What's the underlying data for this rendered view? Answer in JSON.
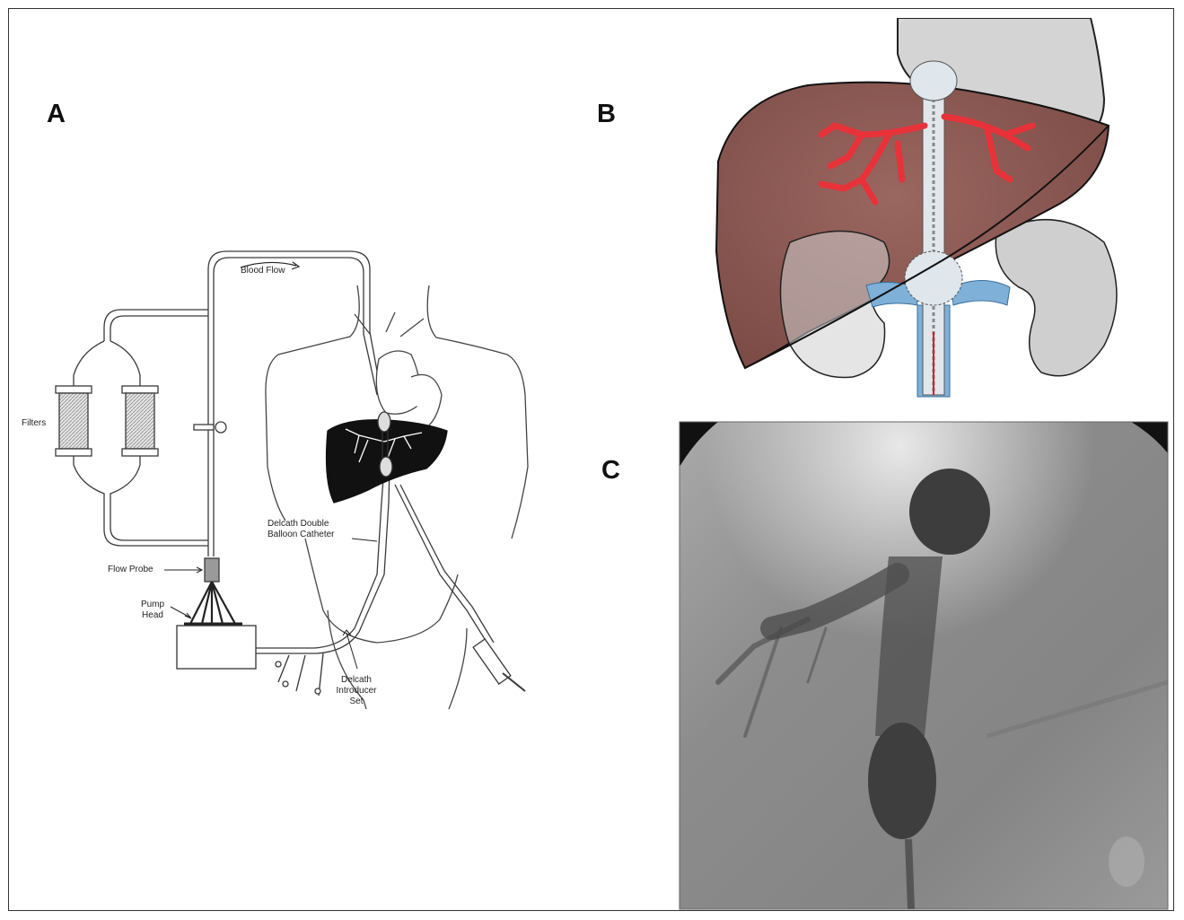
{
  "panels": {
    "a": {
      "letter": "A"
    },
    "b": {
      "letter": "B"
    },
    "c": {
      "letter": "C"
    }
  },
  "labels": {
    "blood_flow": "Blood Flow",
    "filters": "Filters",
    "catheter_line1": "Delcath Double",
    "catheter_line2": "Balloon Catheter",
    "flow_probe": "Flow Probe",
    "pump_line1": "Pump",
    "pump_line2": "Head",
    "introducer_line1": "Delcath",
    "introducer_line2": "Introducer",
    "introducer_line3": "Set"
  },
  "colors": {
    "liver": "#8a5650",
    "vessels_red": "#e8323a",
    "renal_blue": "#7fb0d8",
    "kidney_gray": "#cfcfcf",
    "fluoro_bg": "#8f8f8f"
  }
}
